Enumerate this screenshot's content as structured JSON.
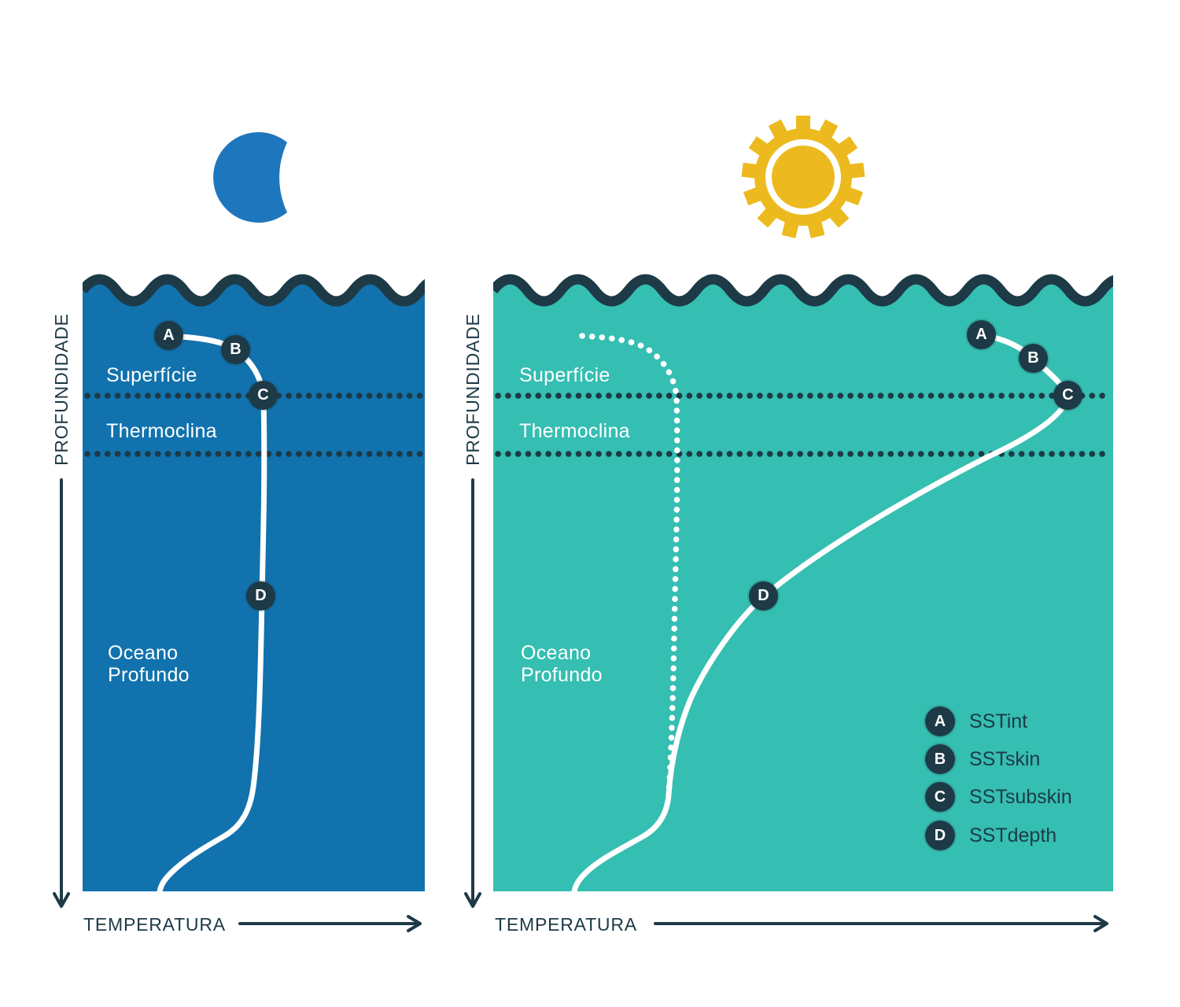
{
  "colors": {
    "navy": "#1d3a46",
    "night_water": "#1172ad",
    "day_water": "#35beb2",
    "moon_blue": "#1e76bd",
    "sun_yellow": "#ecba1e",
    "curve_white": "#ffffff"
  },
  "icons": {
    "night": "moon-icon",
    "day": "sun-icon"
  },
  "axes": {
    "depth_label": "PROFUNDIDADE",
    "temperature_label": "TEMPERATURA"
  },
  "layers": {
    "surface": "Superfície",
    "thermocline": "Thermoclina",
    "deep_line1": "Oceano",
    "deep_line2": "Profundo"
  },
  "markers": {
    "a": "A",
    "b": "B",
    "c": "C",
    "d": "D"
  },
  "legend": {
    "items": [
      {
        "letter": "A",
        "label": "SSTint"
      },
      {
        "letter": "B",
        "label": "SSTskin"
      },
      {
        "letter": "C",
        "label": "SSTsubskin"
      },
      {
        "letter": "D",
        "label": "SSTdepth"
      }
    ]
  }
}
